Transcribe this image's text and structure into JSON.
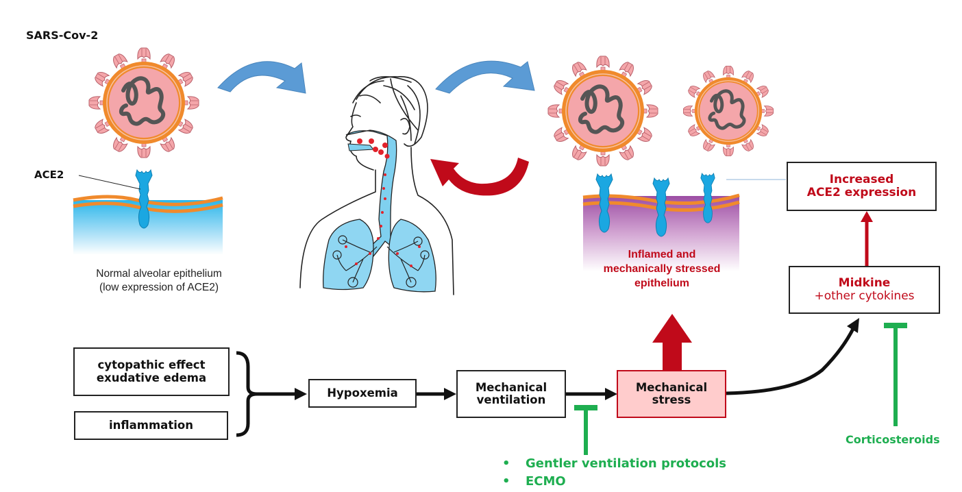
{
  "labels": {
    "virus_title": "SARS-Cov-2",
    "receptor": "ACE2",
    "normal_epithelium_line1": "Normal alveolar epithelium",
    "normal_epithelium_line2": "(low expression of ACE2)",
    "inflamed_line1": "Inflamed and",
    "inflamed_line2": "mechanically stressed",
    "inflamed_line3": "epithelium"
  },
  "boxes": {
    "cytopathic_line1": "cytopathic effect",
    "cytopathic_line2": "exudative edema",
    "inflammation": "inflammation",
    "hypoxemia": "Hypoxemia",
    "mech_vent_line1": "Mechanical",
    "mech_vent_line2": "ventilation",
    "mech_stress_line1": "Mechanical",
    "mech_stress_line2": "stress",
    "increased_line1": "Increased",
    "increased_line2": "ACE2 expression",
    "midkine_line1": "Midkine",
    "midkine_line2": "+other cytokines"
  },
  "interventions": {
    "corticosteroids": "Corticosteroids",
    "bullet_symbol": "•",
    "ventilation_items": [
      "Gentler ventilation protocols",
      "ECMO"
    ]
  },
  "colors": {
    "blue_arrow": "#5b9bd5",
    "red_arrow": "#c00a1a",
    "green_inhibit": "#1eae50",
    "virus_body": "#f4a6aa",
    "virus_ring": "#f08a2c",
    "receptor_blue": "#1ba7e1",
    "stress_box_fill": "#ffcccc"
  }
}
